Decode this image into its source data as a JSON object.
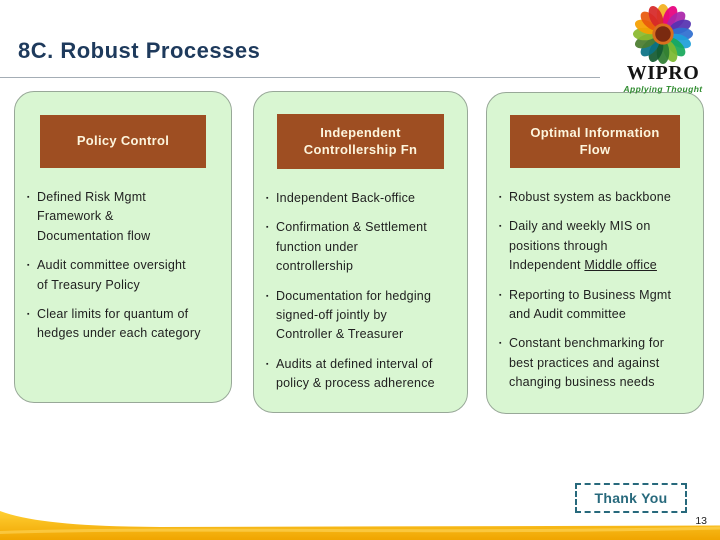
{
  "slide": {
    "title": "8C. Robust Processes",
    "page_number": "13"
  },
  "logo": {
    "brand": "WIPRO",
    "tagline": "Applying Thought",
    "flower_colors": [
      "#f2b01e",
      "#e6007e",
      "#aa26aa",
      "#5533b0",
      "#2f6fd0",
      "#1f9fd8",
      "#18a85a",
      "#7cb82f",
      "#2e7d32",
      "#145a32",
      "#0b7285",
      "#4a7c2f",
      "#8ab92d",
      "#f59f00",
      "#e8590c",
      "#d62828"
    ],
    "flower_center": "#7a2a10",
    "flower_ring": "#d96f1e"
  },
  "ui": {
    "bullet_glyph": "▪"
  },
  "panels": [
    {
      "header": "Policy Control",
      "bullets": [
        "Defined Risk Mgmt\nFramework &\nDocumentation flow",
        "Audit committee oversight\nof Treasury Policy",
        "Clear limits for quantum of\nhedges under each category"
      ]
    },
    {
      "header": "Independent\nControllership Fn",
      "bullets": [
        "Independent Back-office",
        "Confirmation & Settlement\nfunction under\ncontrollership",
        "Documentation for hedging\nsigned-off jointly by\nController & Treasurer",
        "Audits at defined interval of\npolicy & process adherence"
      ]
    },
    {
      "header": "Optimal Information\nFlow",
      "bullets": [
        "Robust system as backbone",
        {
          "pre": "Daily and weekly MIS on\npositions through\nIndependent ",
          "underline": "Middle office"
        },
        "Reporting to Business Mgmt\nand Audit committee",
        "Constant benchmarking for\nbest practices and against\nchanging business needs"
      ]
    }
  ],
  "footer": {
    "thank_you": "Thank You"
  },
  "colors": {
    "title": "#1e3a5c",
    "accent_brown": "#9e4e22",
    "header_text": "#fdf5dd",
    "panel_bg": "#d9f6d2",
    "panel_border": "#98a898",
    "body_text": "#1f1f1f",
    "teal": "#27697c",
    "gold": "#f8b500",
    "gold_dark": "#efa400",
    "tagline_green": "#2e8b2e",
    "rule_gray": "#a4adb5"
  }
}
